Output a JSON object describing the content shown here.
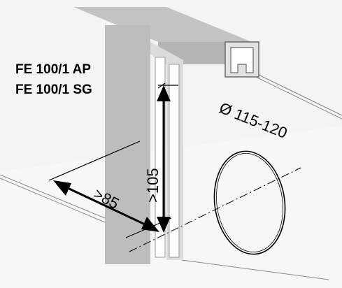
{
  "labels": {
    "model_ap": "FE 100/1 AP",
    "model_sg": "FE 100/1 SG",
    "diameter": "Ø 115-120",
    "height_min": ">105",
    "offset_min": ">85"
  },
  "colors": {
    "background": "#f2f2f2",
    "profile_gray": "#bdbdbd",
    "profile_dark": "#a6a6a6",
    "wall_line": "#7a7a7a",
    "outline": "#000000"
  }
}
